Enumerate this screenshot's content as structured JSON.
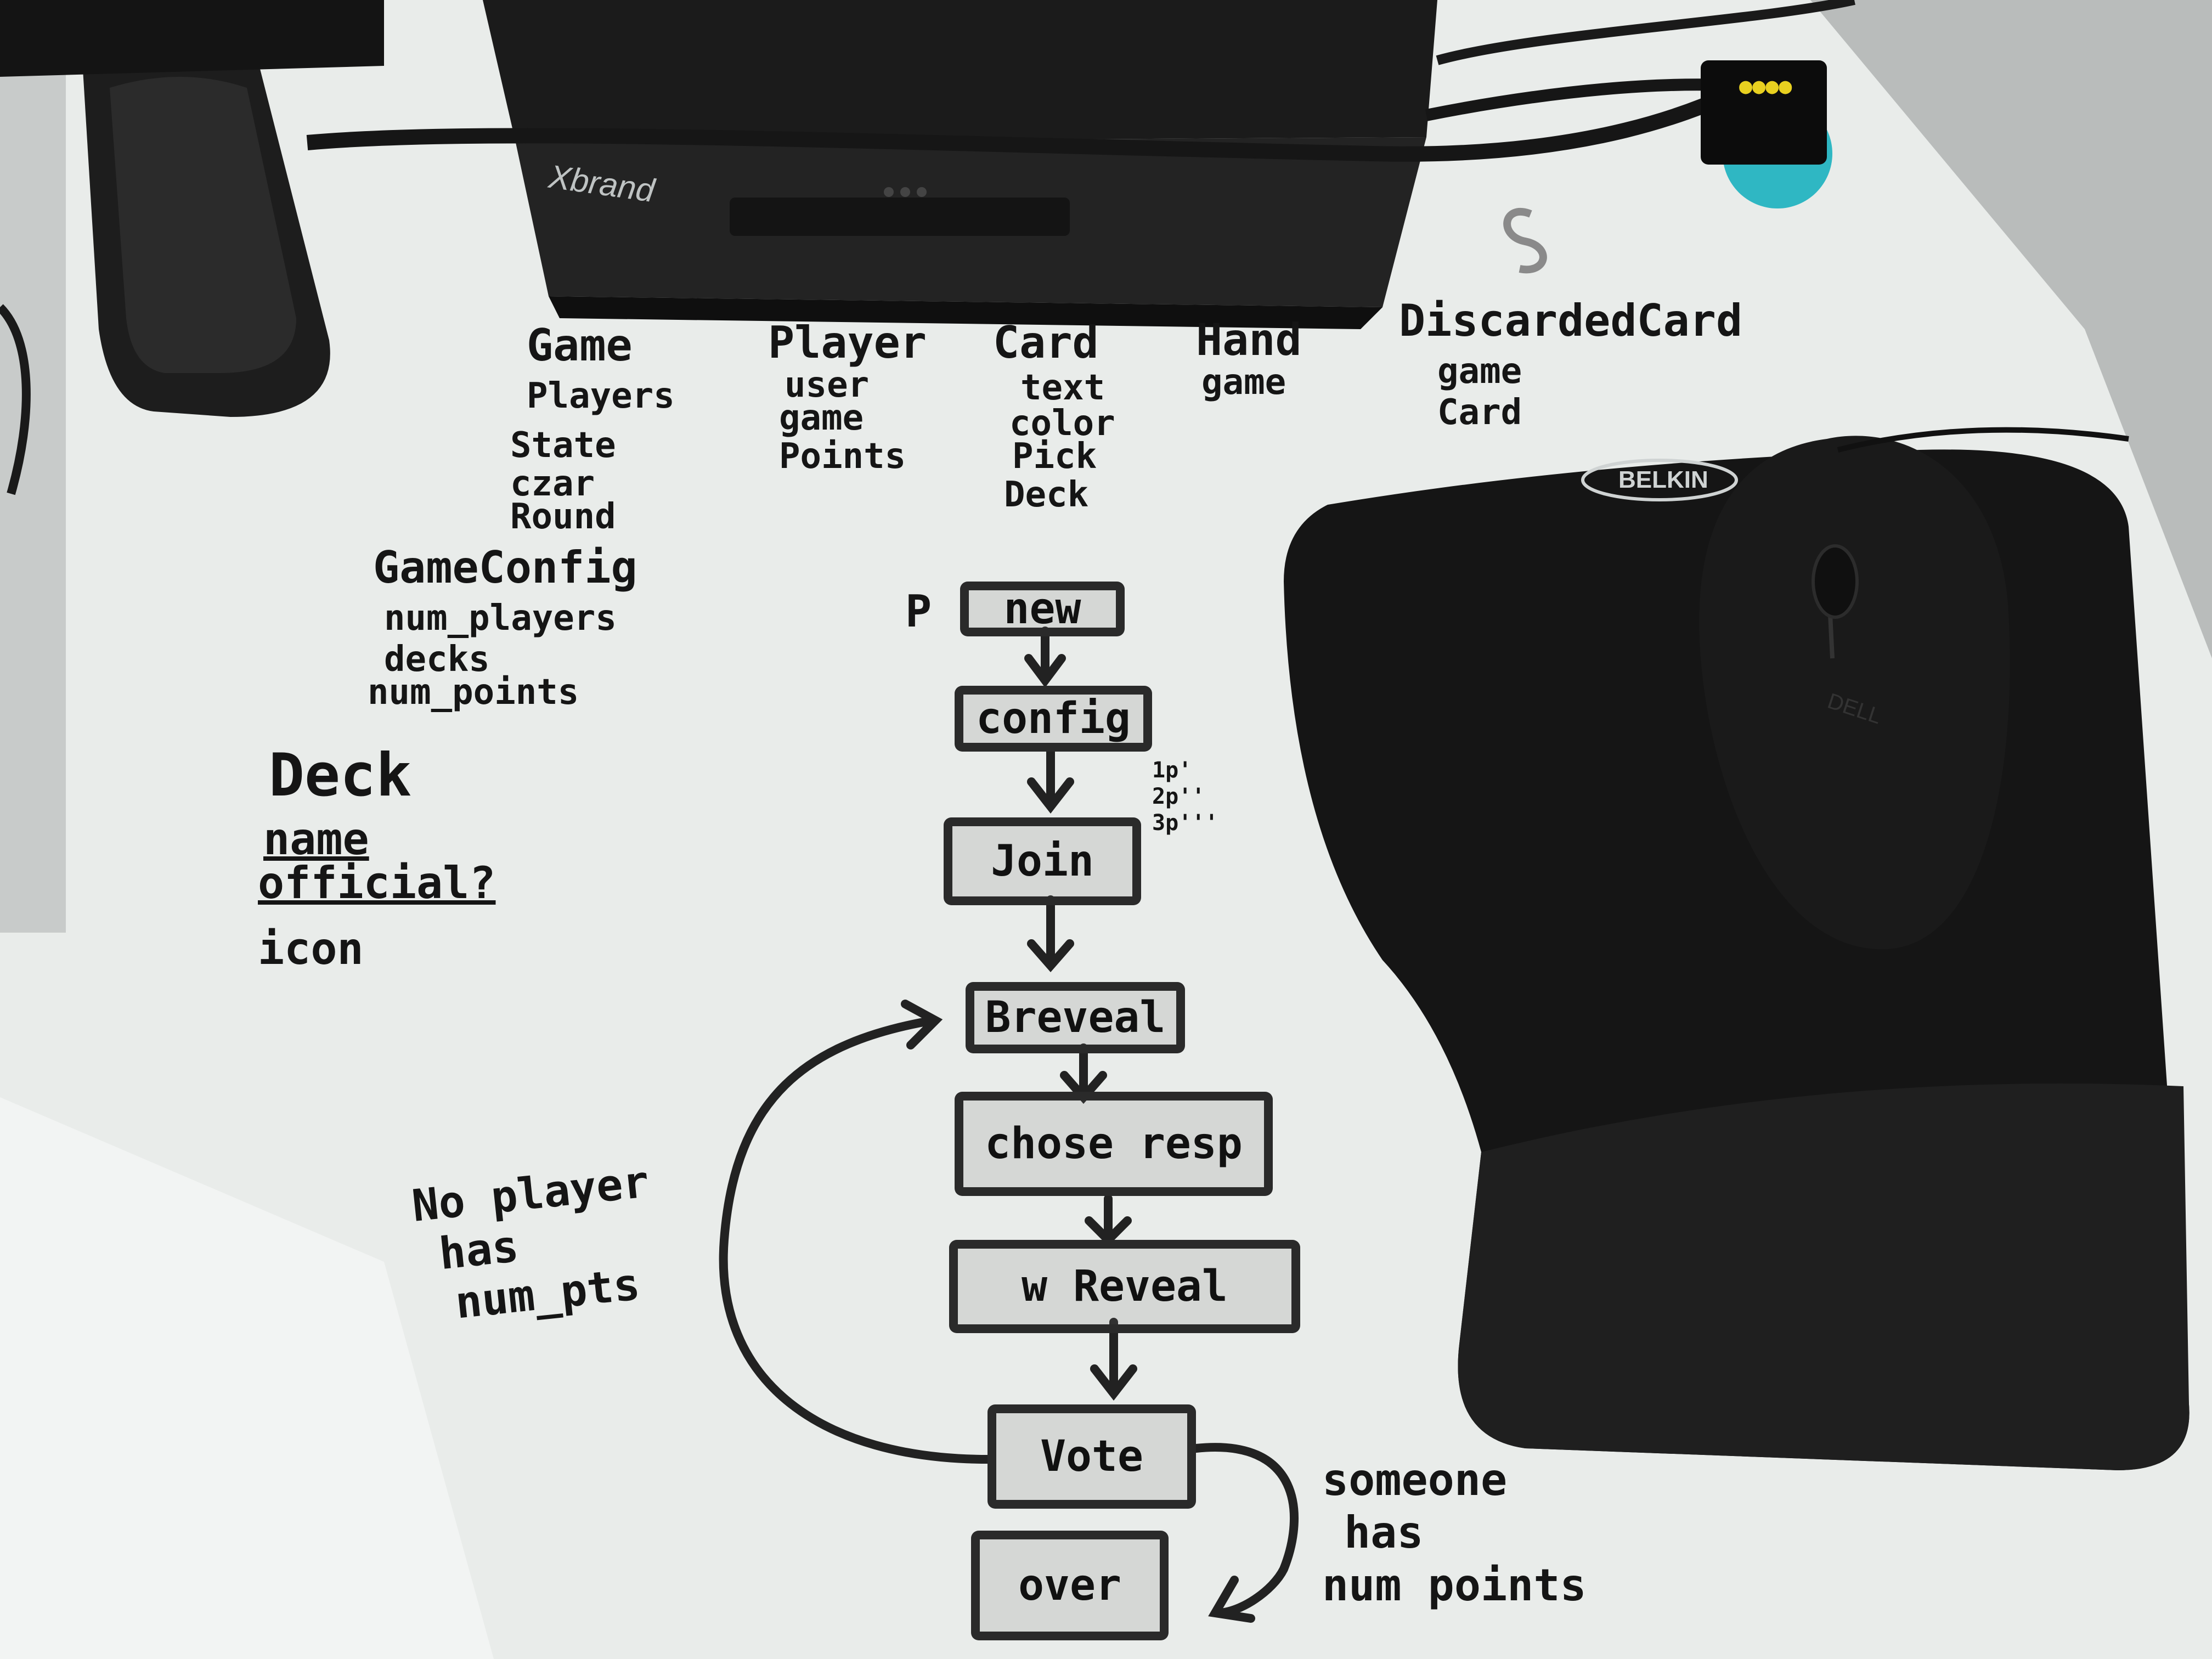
{
  "device": {
    "brand_label": "Xbrand"
  },
  "mousepad": {
    "brand_label": "BELKIN"
  },
  "mouse": {
    "brand_label": "DELL"
  },
  "models": {
    "game": {
      "title": "Game",
      "fields": [
        "Players",
        "State",
        "czar",
        "Round"
      ]
    },
    "player": {
      "title": "Player",
      "fields": [
        "user",
        "game",
        "Points"
      ]
    },
    "card": {
      "title": "Card",
      "fields": [
        "text",
        "color",
        "Pick",
        "Deck"
      ]
    },
    "hand": {
      "title": "Hand",
      "fields": [
        "game"
      ]
    },
    "discarded": {
      "title": "DiscardedCard",
      "fields": [
        "game",
        "Card"
      ]
    },
    "gameconfig": {
      "title": "GameConfig",
      "fields": [
        "num_players",
        "decks",
        "num_points"
      ]
    },
    "deck": {
      "title": "Deck",
      "fields": [
        "name",
        "official?",
        "icon"
      ]
    }
  },
  "flow": {
    "prefix": "P",
    "steps": [
      "new",
      "config",
      "Join",
      "Breveal",
      "chose resp",
      "w Reveal",
      "Vote",
      "over"
    ],
    "loop_label": [
      "No player",
      "has",
      "num_pts"
    ],
    "exit_label": [
      "someone",
      "has",
      "num points"
    ],
    "join_note": [
      "1p'",
      "2p''",
      "3p'''"
    ]
  }
}
